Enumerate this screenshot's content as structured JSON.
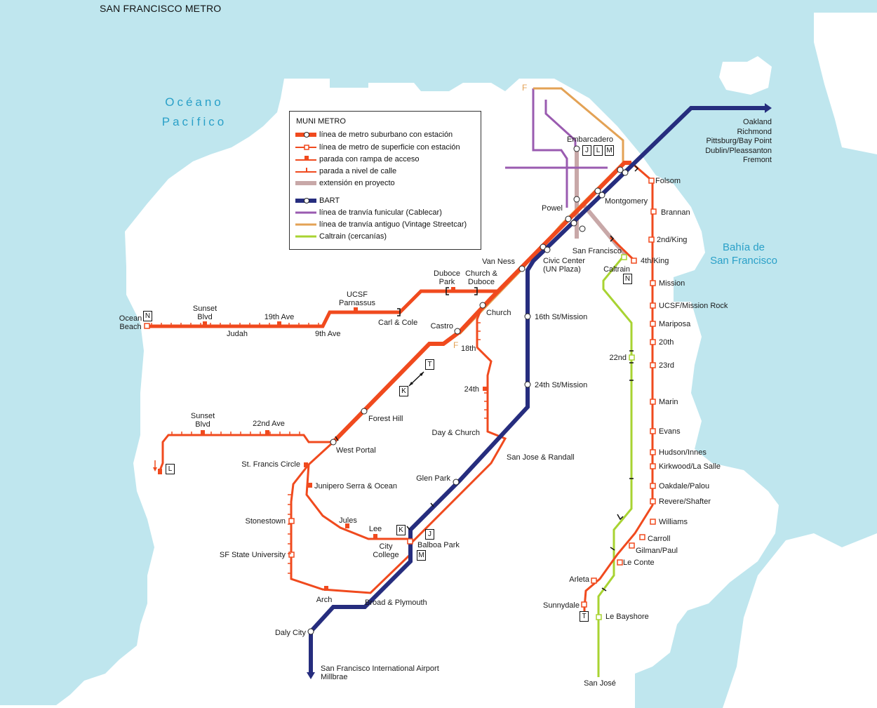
{
  "title": "SAN FRANCISCO METRO",
  "water_labels": {
    "ocean": [
      "Océano",
      "Pacífico"
    ],
    "bay": [
      "Bahía de",
      "San Francisco"
    ]
  },
  "colors": {
    "water": "#bfe6ee",
    "land": "#ffffff",
    "muni": "#f04a1e",
    "bart": "#262d7e",
    "cable_car": "#9a5bb0",
    "vintage_streetcar": "#e3a255",
    "caltrain": "#a8d332",
    "planned_extension": "#c8a8a8"
  },
  "legend": {
    "title": "MUNI METRO",
    "items": [
      {
        "symbol": "muni-subway-icon",
        "label": "línea de metro suburbano con estación"
      },
      {
        "symbol": "muni-surface-icon",
        "label": "línea de metro de superficie con estación"
      },
      {
        "symbol": "ramp-stop-icon",
        "label": "parada con rampa de acceso"
      },
      {
        "symbol": "street-stop-icon",
        "label": "parada a nivel de calle"
      },
      {
        "symbol": "planned-extension-icon",
        "label": "extensión en proyecto"
      },
      {
        "symbol": "bart-icon",
        "label": "BART"
      },
      {
        "symbol": "cable-car-icon",
        "label": "línea de tranvía funicular (Cablecar)"
      },
      {
        "symbol": "vintage-streetcar-icon",
        "label": "línea de tranvía antiguo (Vintage Streetcar)"
      },
      {
        "symbol": "caltrain-icon",
        "label": "Caltrain (cercanías)"
      }
    ]
  },
  "bart_destinations": [
    "Oakland",
    "Richmond",
    "Pittsburg/Bay Point",
    "Dublin/Pleassanton",
    "Fremont"
  ],
  "airport_destinations": [
    "San Francisco International Airport",
    "Millbrae"
  ],
  "line_badges": {
    "embarcadero": [
      "J",
      "L",
      "M"
    ],
    "n_ocean_beach": "N",
    "n_caltrain": "N",
    "l_terminus": "L",
    "t_diagonal": "T",
    "k_diagonal": "K",
    "k_balboa": "K",
    "j_balboa": "J",
    "m_balboa": "M",
    "t_sunnydale": "T"
  },
  "f_line_marks": [
    "F",
    "F"
  ],
  "stations": {
    "embarcadero": "Embarcadero",
    "powel": "Powel",
    "montgomery": "Montgomery",
    "folsom": "Folsom",
    "brannan": "Brannan",
    "second_king": "2nd/King",
    "san_francisco": "San Francisco",
    "caltrain": "Caltrain",
    "fourth_king": "4th/King",
    "civic_center": [
      "Civic Center",
      "(UN Plaza)"
    ],
    "van_ness": "Van Ness",
    "church_duboce": [
      "Church &",
      "Duboce"
    ],
    "duboce_park": [
      "Duboce",
      "Park"
    ],
    "church": "Church",
    "castro": "Castro",
    "sixteenth_mission": "16th St/Mission",
    "twentyfourth_mission": "24th St/Mission",
    "ucsf_parnassus": [
      "UCSF",
      "Parnassus"
    ],
    "carl_cole": "Carl & Cole",
    "ocean_beach": [
      "Ocean",
      "Beach"
    ],
    "sunset_blvd_n": [
      "Sunset",
      "Blvd"
    ],
    "nineteenth_ave": "19th Ave",
    "judah": "Judah",
    "ninth_ave": "9th Ave",
    "eighteenth": "18th",
    "twentyfourth": "24th",
    "day_church": "Day & Church",
    "forest_hill": "Forest Hill",
    "west_portal": "West Portal",
    "sunset_blvd_l": [
      "Sunset",
      "Blvd"
    ],
    "twentysecond_ave": "22nd Ave",
    "st_francis_circle": "St. Francis Circle",
    "junipero_serra": "Junipero Serra & Ocean",
    "san_jose_randall": "San Jose & Randall",
    "glen_park": "Glen Park",
    "stonestown": "Stonestown",
    "jules": "Jules",
    "lee": "Lee",
    "city_college": [
      "City",
      "College"
    ],
    "balboa_park": "Balboa Park",
    "sf_state": "SF State University",
    "arch": "Arch",
    "broad_plymouth": "Broad & Plymouth",
    "daly_city": "Daly City",
    "mission": "Mission",
    "ucsf_mission_rock": "UCSF/Mission Rock",
    "mariposa": "Mariposa",
    "twentieth": "20th",
    "twentythird": "23rd",
    "twentysecond": "22nd",
    "marin": "Marin",
    "evans": "Evans",
    "hudson_innes": "Hudson/Innes",
    "kirkwood_lasalle": "Kirkwood/La Salle",
    "oakdale_palou": "Oakdale/Palou",
    "revere_shafter": "Revere/Shafter",
    "williams": "Williams",
    "carroll": "Carroll",
    "gilman_paul": "Gilman/Paul",
    "le_conte": "Le Conte",
    "arleta": "Arleta",
    "sunnydale": "Sunnydale",
    "le_bayshore": "Le Bayshore",
    "san_jose": "San José"
  }
}
